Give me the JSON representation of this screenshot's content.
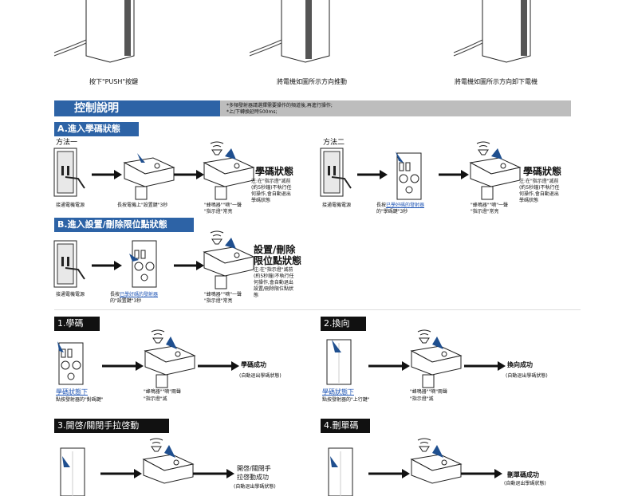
{
  "top_captions": [
    "按下\"PUSH\"按鍵",
    "將電機如圖所示方向推動",
    "將電機如圖所示方向卸下電機"
  ],
  "control": {
    "title": "控制說明",
    "note1": "*多頻發射器請選擇需要操作的頻道後,再進行操作;",
    "note2": "*上/下轉換延時500ms;"
  },
  "sectionA": {
    "title": "A.進入學碼狀態",
    "method1": "方法一",
    "method2": "方法二",
    "m1": {
      "cap1": "接通電機電源",
      "cap2": "長按電機上\"設置鍵\"3秒",
      "cap3a": "\"蜂鳴器\"\"嘀\"一聲",
      "cap3b": "\"指示燈\"常亮",
      "state": "學碼狀態",
      "note": [
        "注:在\"指示燈\"滅前",
        "(約5秒鐘)不執行任",
        "何操作,會自動退出",
        "學碼狀態"
      ]
    },
    "m2": {
      "cap1": "接通電機電源",
      "cap2a": "長按",
      "cap2link": "已學好碼的發射器",
      "cap2b": "的\"學碼鍵\"3秒",
      "cap3a": "\"蜂鳴器\"\"嘀\"一聲",
      "cap3b": "\"指示燈\"常亮",
      "state": "學碼狀態",
      "note": [
        "注:在\"指示燈\"滅前",
        "(約5秒鐘)不執行任",
        "何操作,會自動退出",
        "學碼狀態"
      ]
    }
  },
  "sectionB": {
    "title": "B.進入設置/刪除限位點狀態",
    "cap1": "接通電機電源",
    "cap2a": "長按",
    "cap2link": "已學好碼的發射器",
    "cap2b": "的\"設置鍵\"3秒",
    "cap3a": "\"蜂鳴器\"\"嘀\"一聲",
    "cap3b": "\"指示燈\"常亮",
    "state1": "設置/刪除",
    "state2": "限位點狀態",
    "note": [
      "注:在\"指示燈\"滅前",
      "(約5秒鐘)不執行任",
      "何操作,會自動退出",
      "設置/刪除限位點狀",
      "態"
    ]
  },
  "panels": [
    {
      "title": "1.學碼",
      "link": "學碼狀態下",
      "cap1": "點按發射器的\"對碼鍵\"",
      "cap2a": "\"蜂鳴器\"\"嘀\"兩聲",
      "cap2b": "\"指示燈\"滅",
      "result": "學碼成功",
      "sub": "(自動退出學碼狀態)"
    },
    {
      "title": "2.換向",
      "link": "學碼狀態下",
      "cap1": "點按發射器的\"上行鍵\"",
      "cap2a": "\"蜂鳴器\"\"嘀\"兩聲",
      "cap2b": "\"指示燈\"滅",
      "result": "換向成功",
      "sub": "(自動退出學碼狀態)"
    },
    {
      "title": "3.開啓/關閉手拉啓動",
      "result1": "開啓/關閉手",
      "result2": "拉啓動成功",
      "sub": "(自動退出學碼狀態)"
    },
    {
      "title": "4.刪單碼",
      "result": "刪單碼成功",
      "sub": "(自動退出學碼狀態)"
    }
  ],
  "colors": {
    "blue": "#2d63a6",
    "gray": "#bdbdbd",
    "link": "#1f55b5"
  }
}
